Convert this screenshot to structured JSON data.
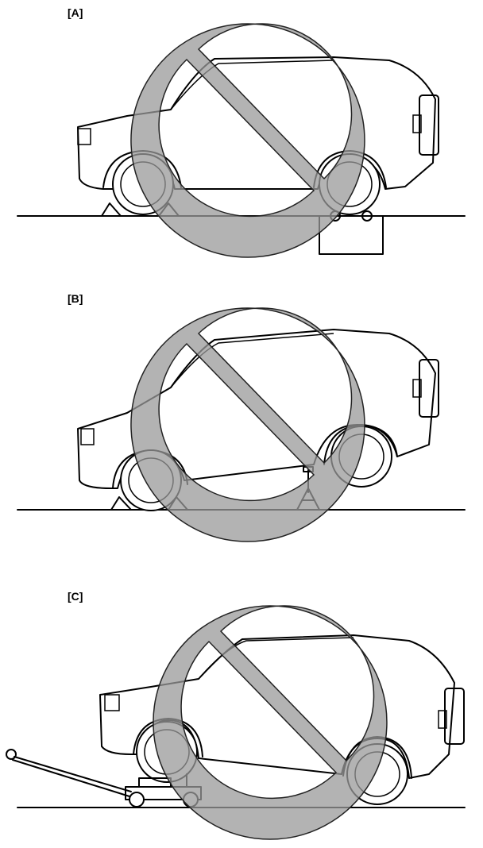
{
  "panels": [
    {
      "id": "A",
      "label": "[A]",
      "scenario": "car-on-chocks-and-block"
    },
    {
      "id": "B",
      "label": "[B]",
      "scenario": "car-on-single-jack-stand"
    },
    {
      "id": "C",
      "label": "[C]",
      "scenario": "car-on-floor-jack"
    }
  ],
  "colors": {
    "prohibit": "#9a9a9a",
    "line": "#000000",
    "background": "#ffffff"
  },
  "icons": {
    "prohibit": "prohibition-sign-icon",
    "car": "car-outline-icon"
  }
}
